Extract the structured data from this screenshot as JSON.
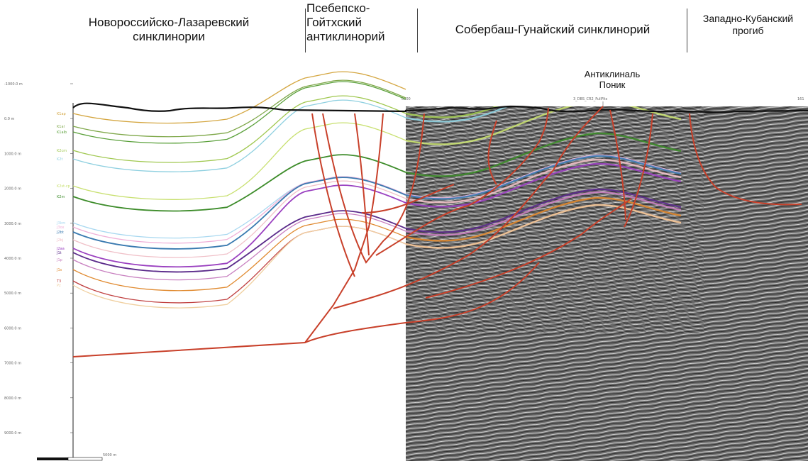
{
  "regions": [
    {
      "name": "Новороссийско-Лазаревский синклинории",
      "lines": [
        "Новороссийско-Лазаревский",
        "синклинории"
      ]
    },
    {
      "name": "Псебепско-Гойтхский антиклинорий",
      "lines": [
        "Псебепско-",
        "Гойтхский",
        "антиклинорий"
      ]
    },
    {
      "name": "Собербаш-Гунайский синклинорий",
      "lines": [
        "Собербаш-Гунайский синклинорий"
      ]
    },
    {
      "name": "Западно-Кубанский прогиб",
      "lines": [
        "Западно-Кубанский",
        "прогиб"
      ]
    }
  ],
  "anticline": {
    "lines": [
      "Антиклиналь",
      "Поник"
    ]
  },
  "well_label": "3_DBS_CR2_FullFits",
  "top_marker_left": "0000",
  "top_marker_right": "161",
  "scale_label": "5000 m",
  "depth_ticks": [
    "-1000.0 m",
    "0.0 m",
    "1000.0 m",
    "2000.0 m",
    "3000.0 m",
    "4000.0 m",
    "5000.0 m",
    "6000.0 m",
    "7000.0 m",
    "8000.0 m",
    "9000.0 m"
  ],
  "horizons": [
    {
      "label": "K1ap",
      "color": "#d4a640"
    },
    {
      "label": "K1al",
      "color": "#7fa84a"
    },
    {
      "label": "K1alb",
      "color": "#5aa03a"
    },
    {
      "label": "K2cm",
      "color": "#a0c850"
    },
    {
      "label": "K2t",
      "color": "#8fd0e0"
    },
    {
      "label": "K2st-cp",
      "color": "#c8e070"
    },
    {
      "label": "K2m",
      "color": "#3d8c2a"
    },
    {
      "label": "J3km",
      "color": "#a8d8f0"
    },
    {
      "label": "J3ox",
      "color": "#f0b0d8"
    },
    {
      "label": "J2bt",
      "color": "#3a7ab0"
    },
    {
      "label": "J2bj",
      "color": "#f0c0c8"
    },
    {
      "label": "J2aa",
      "color": "#9a40c0"
    },
    {
      "label": "J1t",
      "color": "#5a2a8a"
    },
    {
      "label": "J1p",
      "color": "#c880c0"
    },
    {
      "label": "J1s",
      "color": "#e08a30"
    },
    {
      "label": "T3",
      "color": "#c04040"
    },
    {
      "label": "Pz",
      "color": "#f0d0a0"
    }
  ],
  "colors": {
    "fault": "#c8402a",
    "seismic_bg": "#6a6a6a",
    "surface": "#111111"
  }
}
